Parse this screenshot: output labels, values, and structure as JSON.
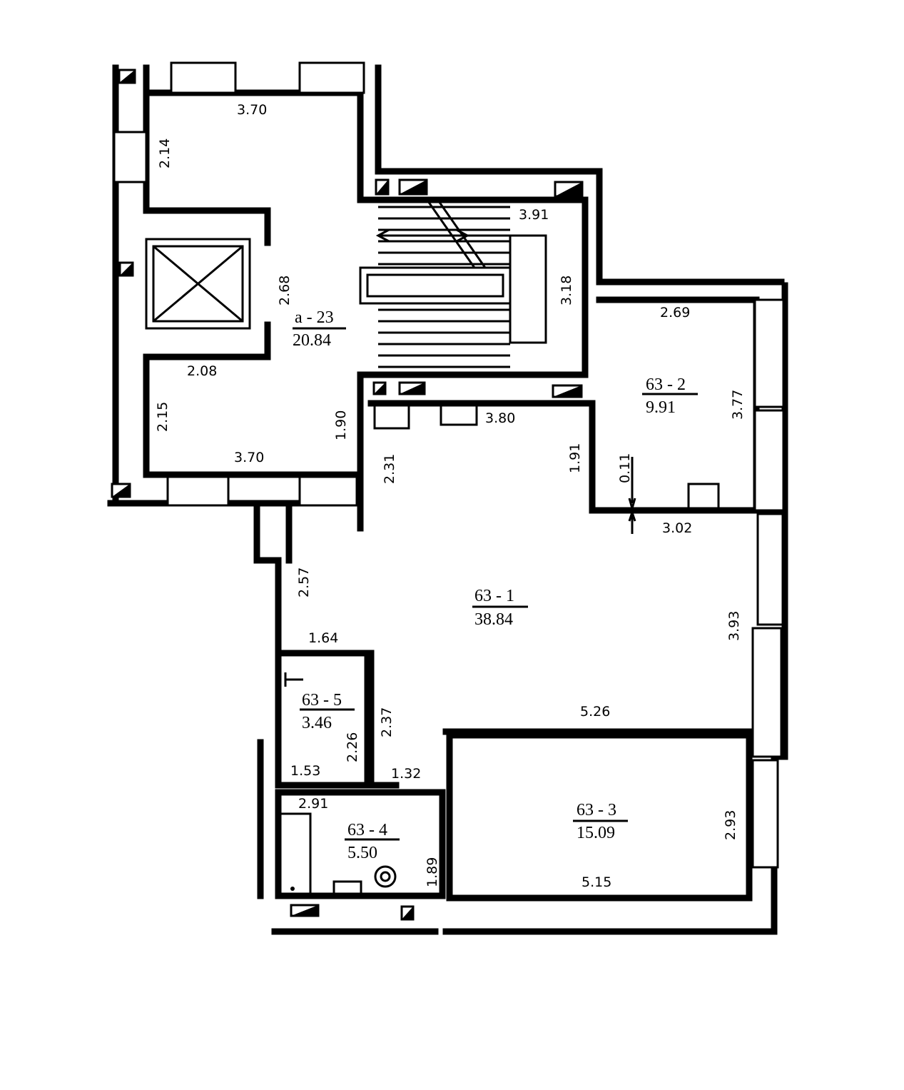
{
  "rooms": [
    {
      "id": "a - 23",
      "area": "20.84"
    },
    {
      "id": "63 - 1",
      "area": "38.84"
    },
    {
      "id": "63 - 2",
      "area": "9.91"
    },
    {
      "id": "63 - 3",
      "area": "15.09"
    },
    {
      "id": "63 - 4",
      "area": "5.50"
    },
    {
      "id": "63 - 5",
      "area": "3.46"
    }
  ],
  "dimensions": [
    "3.70",
    "2.14",
    "2.68",
    "2.08",
    "2.15",
    "1.90",
    "3.70",
    "3.91",
    "3.18",
    "3.80",
    "2.31",
    "1.91",
    "2.69",
    "3.77",
    "0.11",
    "3.02",
    "2.57",
    "3.93",
    "1.64",
    "2.37",
    "2.26",
    "1.53",
    "5.26",
    "1.32",
    "2.91",
    "1.89",
    "2.93",
    "5.15"
  ]
}
